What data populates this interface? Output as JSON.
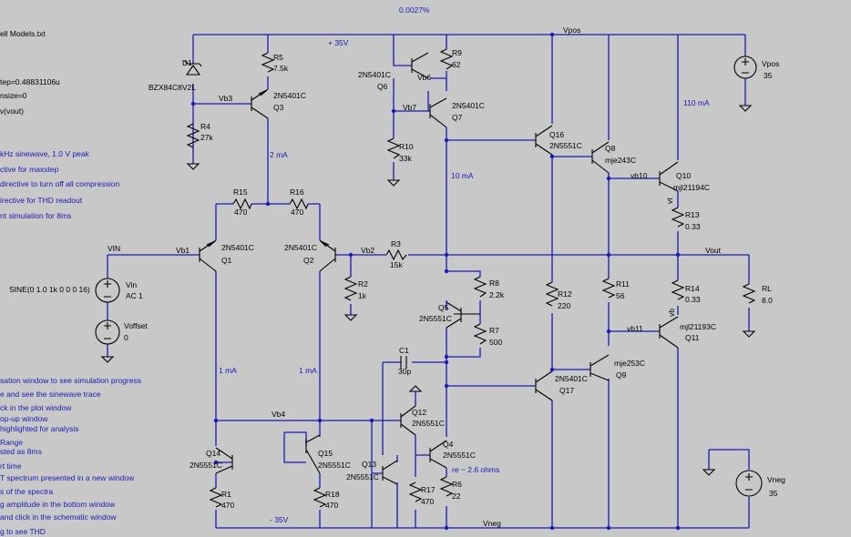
{
  "header": {
    "measure_value": "0.0027%"
  },
  "directives": [
    "ell Models.txt",
    "tep=0.48831106u",
    "nsize=0",
    "v(vout)"
  ],
  "comments": [
    "kHz sinewave, 1.0 V peak",
    "ctive for maxstep",
    "directive to turn off all compression",
    "irective for THD readout",
    "nt simulation for 8ms",
    "sation window to see simulation progress",
    "e and see the sinewave trace",
    "ck in the plot window",
    "op-up window",
    "highlighted for analysis",
    "Range",
    "sted as 8ms",
    "rt time",
    "T spectrum presented in a new window",
    "s of the spectra",
    "g amplitude in the bottom window",
    "and click in the schematic window",
    "g to see THD"
  ],
  "nets": {
    "plus35": "+ 35V",
    "minus35": "- 35V",
    "vpos": "Vpos",
    "vneg": "Vneg",
    "vin": "VIN",
    "vout": "Vout",
    "vb1": "Vb1",
    "vb2": "Vb2",
    "vb3": "Vb3",
    "vb4": "Vb4",
    "vb6": "Vb6",
    "vb7": "Vb7",
    "vb10": "vb10",
    "vb11": "vb11",
    "vt": "vt",
    "vb": "vb"
  },
  "annotations": {
    "i_110": "110 mA",
    "i_2ma": "2 mA",
    "i_10ma": "10 mA",
    "i_1ma_left": "1 mA",
    "i_1ma_right": "1 mA",
    "re": "re ~ 2.6 ohms"
  },
  "parts": {
    "d1": {
      "name": "D1",
      "value": "BZX84C8V2L"
    },
    "r4": {
      "name": "R4",
      "value": "27k"
    },
    "r5": {
      "name": "R5",
      "value": "7.5k"
    },
    "q3": {
      "name": "Q3",
      "value": "2N5401C"
    },
    "r15": {
      "name": "R15",
      "value": "470"
    },
    "r16": {
      "name": "R16",
      "value": "470"
    },
    "q1": {
      "name": "Q1",
      "value": "2N5401C"
    },
    "q2": {
      "name": "Q2",
      "value": "2N5401C"
    },
    "r2": {
      "name": "R2",
      "value": "1k"
    },
    "r3": {
      "name": "R3",
      "value": "15k"
    },
    "vin": {
      "name": "Vin",
      "value": "AC 1"
    },
    "vin_sine": "SINE(0 1.0 1k 0 0 0 16)",
    "voffset": {
      "name": "Voffset",
      "value": "0"
    },
    "q6": {
      "name": "Q6",
      "value": "2N5401C"
    },
    "r9": {
      "name": "R9",
      "value": "62"
    },
    "q7": {
      "name": "Q7",
      "value": "2N5401C"
    },
    "r10": {
      "name": "R10",
      "value": "33k"
    },
    "q16": {
      "name": "Q16",
      "value": "2N5551C"
    },
    "q8": {
      "name": "Q8",
      "value": "mje243C"
    },
    "q10": {
      "name": "Q10",
      "value": "mjl21194C"
    },
    "r13": {
      "name": "R13",
      "value": "0.33"
    },
    "vpos": {
      "name": "Vpos",
      "value": "35"
    },
    "r8": {
      "name": "R8",
      "value": "2.2k"
    },
    "q5": {
      "name": "Q5",
      "value": "2N5551C"
    },
    "r7": {
      "name": "R7",
      "value": "500"
    },
    "r12": {
      "name": "R12",
      "value": "220"
    },
    "r11": {
      "name": "R11",
      "value": "56"
    },
    "r14": {
      "name": "R14",
      "value": "0.33"
    },
    "rl": {
      "name": "RL",
      "value": "8.0"
    },
    "q11": {
      "name": "Q11",
      "value": "mjl21193C"
    },
    "c1": {
      "name": "C1",
      "value": "30p"
    },
    "q17": {
      "name": "Q17",
      "value": "2N5401C"
    },
    "q9": {
      "name": "Q9",
      "value": "mje253C"
    },
    "q12": {
      "name": "Q12",
      "value": "2N5551C"
    },
    "q13": {
      "name": "Q13",
      "value": "2N5551C"
    },
    "q4": {
      "name": "Q4",
      "value": "2N5551C"
    },
    "r17": {
      "name": "R17",
      "value": "470"
    },
    "r6": {
      "name": "R6",
      "value": "22"
    },
    "q14": {
      "name": "Q14",
      "value": "2N5551C"
    },
    "q15": {
      "name": "Q15",
      "value": "2N5551C"
    },
    "r1": {
      "name": "R1",
      "value": "470"
    },
    "r18": {
      "name": "R18",
      "value": "470"
    },
    "vneg": {
      "name": "Vneg",
      "value": "35"
    }
  }
}
